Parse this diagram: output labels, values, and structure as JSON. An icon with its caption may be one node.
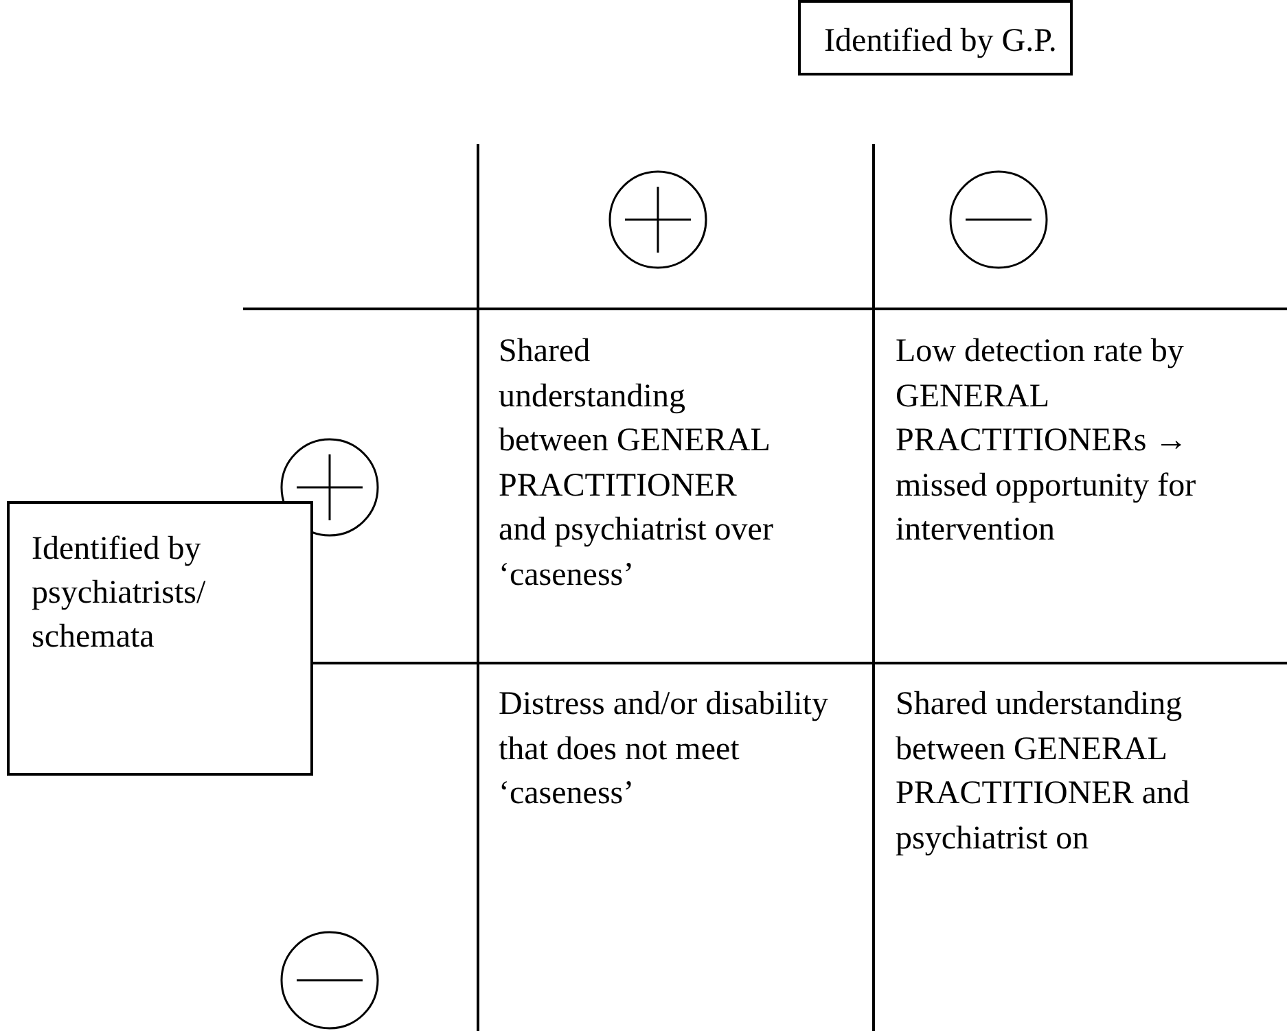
{
  "diagram": {
    "nodes": [
      {
        "text": [
          "Identified by G.P."
        ]
      },
      {
        "text": [
          "Identified by psychiatrists/ schemata"
        ]
      }
    ],
    "labels": [
      "Shared understanding between GENERAL PRACTITIONER and psychiatrist over ‘caseness’",
      "Low detection rate by GENERAL PRACTITIONERs → missed opportunity for intervention",
      "Distress and/or disability that does not meet ‘caseness’",
      "Shared understanding between GENERAL PRACTITIONER and psychiatrist on"
    ]
  }
}
